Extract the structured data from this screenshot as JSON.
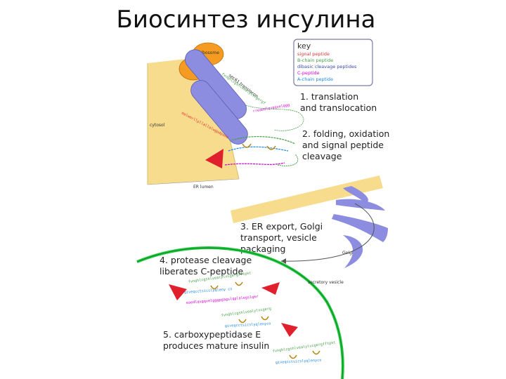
{
  "title": "Биосинтез инсулина",
  "labels": {
    "ribosome": "ribosome",
    "translocon": "sec61 translocon",
    "cytosol": "cytosol",
    "er_lumen": "ER lumen",
    "golgi": "Golgi",
    "vesicle": "secretory vesicle"
  },
  "key": {
    "title": "key",
    "items": [
      {
        "label": "signal peptide",
        "color": "#e53935"
      },
      {
        "label": "B-chain peptide",
        "color": "#43a047"
      },
      {
        "label": "dibasic cleavage peptides",
        "color": "#3949ab"
      },
      {
        "label": "C-peptide",
        "color": "#d500d5"
      },
      {
        "label": "A-chain peptide",
        "color": "#1e88e5"
      }
    ]
  },
  "steps": [
    {
      "line1": "1. translation",
      "line2": "and translocation",
      "line3": ""
    },
    {
      "line1": "2. folding, oxidation",
      "line2": "and signal peptide",
      "line3": "cleavage"
    },
    {
      "line1": "3. ER export, Golgi",
      "line2": "transport, vesicle",
      "line3": "packaging"
    },
    {
      "line1": "4. protease cleavage",
      "line2": "liberates C-peptide",
      "line3": ""
    },
    {
      "line1": "5. carboxypeptidase E",
      "line2": "produces mature insulin",
      "line3": ""
    }
  ],
  "colors": {
    "ribosome": "#f59b21",
    "translocon": "#8c8ce0",
    "membrane": "#f5dc8a",
    "golgi": "#8c8ce0",
    "vesicle": "#22c940",
    "protease": "#e0202c",
    "b_chain": "#43a047",
    "c_peptide": "#d500d5",
    "a_chain": "#1e88e5",
    "disulfide": "#b8860b"
  }
}
